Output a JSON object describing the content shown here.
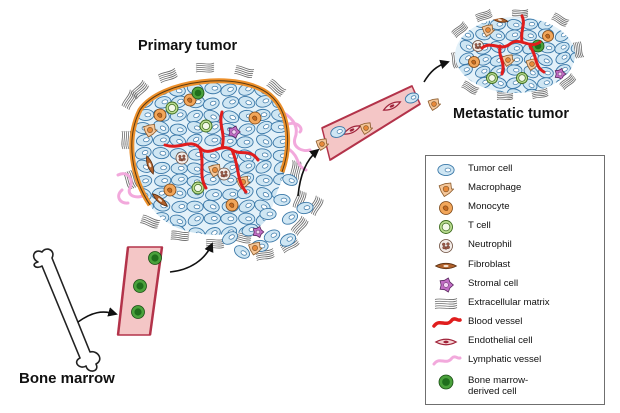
{
  "labels": {
    "primary_tumor": "Primary tumor",
    "metastatic_tumor": "Metastatic tumor",
    "bone_marrow": "Bone marrow"
  },
  "legend": [
    {
      "icon": "tumor-cell-icon",
      "text": "Tumor cell"
    },
    {
      "icon": "macrophage-icon",
      "text": "Macrophage"
    },
    {
      "icon": "monocyte-icon",
      "text": "Monocyte"
    },
    {
      "icon": "t-cell-icon",
      "text": "T cell"
    },
    {
      "icon": "neutrophil-icon",
      "text": "Neutrophil"
    },
    {
      "icon": "fibroblast-icon",
      "text": "Fibroblast"
    },
    {
      "icon": "stromal-cell-icon",
      "text": "Stromal cell"
    },
    {
      "icon": "extracellular-matrix-icon",
      "text": "Extracellular matrix"
    },
    {
      "icon": "blood-vessel-icon",
      "text": "Blood vessel"
    },
    {
      "icon": "endothelial-cell-icon",
      "text": "Endothelial cell"
    },
    {
      "icon": "lymphatic-vessel-icon",
      "text": "Lymphatic vessel"
    },
    {
      "icon": "bone-marrow-derived-cell-icon",
      "text": "Bone marrow-\nderived cell"
    }
  ],
  "colors": {
    "tumor_cell": "#cfe6f3",
    "tumor_cell_border": "#3a78a8",
    "macrophage": "#f5c79a",
    "monocyte": "#f2a65a",
    "t_cell": "#b9dc8f",
    "neutrophil": "#f3ece8",
    "fibroblast": "#b1622c",
    "stromal_cell": "#c06cc4",
    "blood_vessel": "#e01d1d",
    "vessel_wall": "#f4c6c6",
    "lymphatic": "#f2a9dc",
    "bm_cell_outer": "#4aa13c",
    "bm_cell_inner": "#1f6e1c",
    "capsule": "#ec8f2a"
  }
}
